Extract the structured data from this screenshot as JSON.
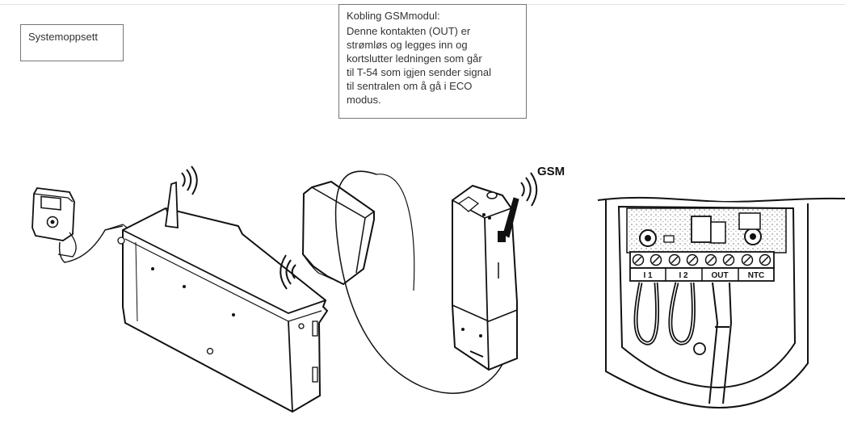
{
  "title": "Systemoppsett",
  "note": {
    "title": "Kobling GSMmodul:",
    "body": "Denne kontakten (OUT) er\nstrømløs og legges inn og\nkortslutter ledningen som går\ntil T-54 som igjen sender signal\ntil sentralen om å gå i ECO\nmodus."
  },
  "labels": {
    "gsm": "GSM",
    "terminals": [
      "I 1",
      "I 2",
      "OUT",
      "NTC"
    ]
  },
  "icons": [
    "thermostat-icon",
    "central-unit-icon",
    "receiver-icon",
    "gsm-module-icon",
    "terminal-block-icon",
    "wireless-signal-icon"
  ]
}
